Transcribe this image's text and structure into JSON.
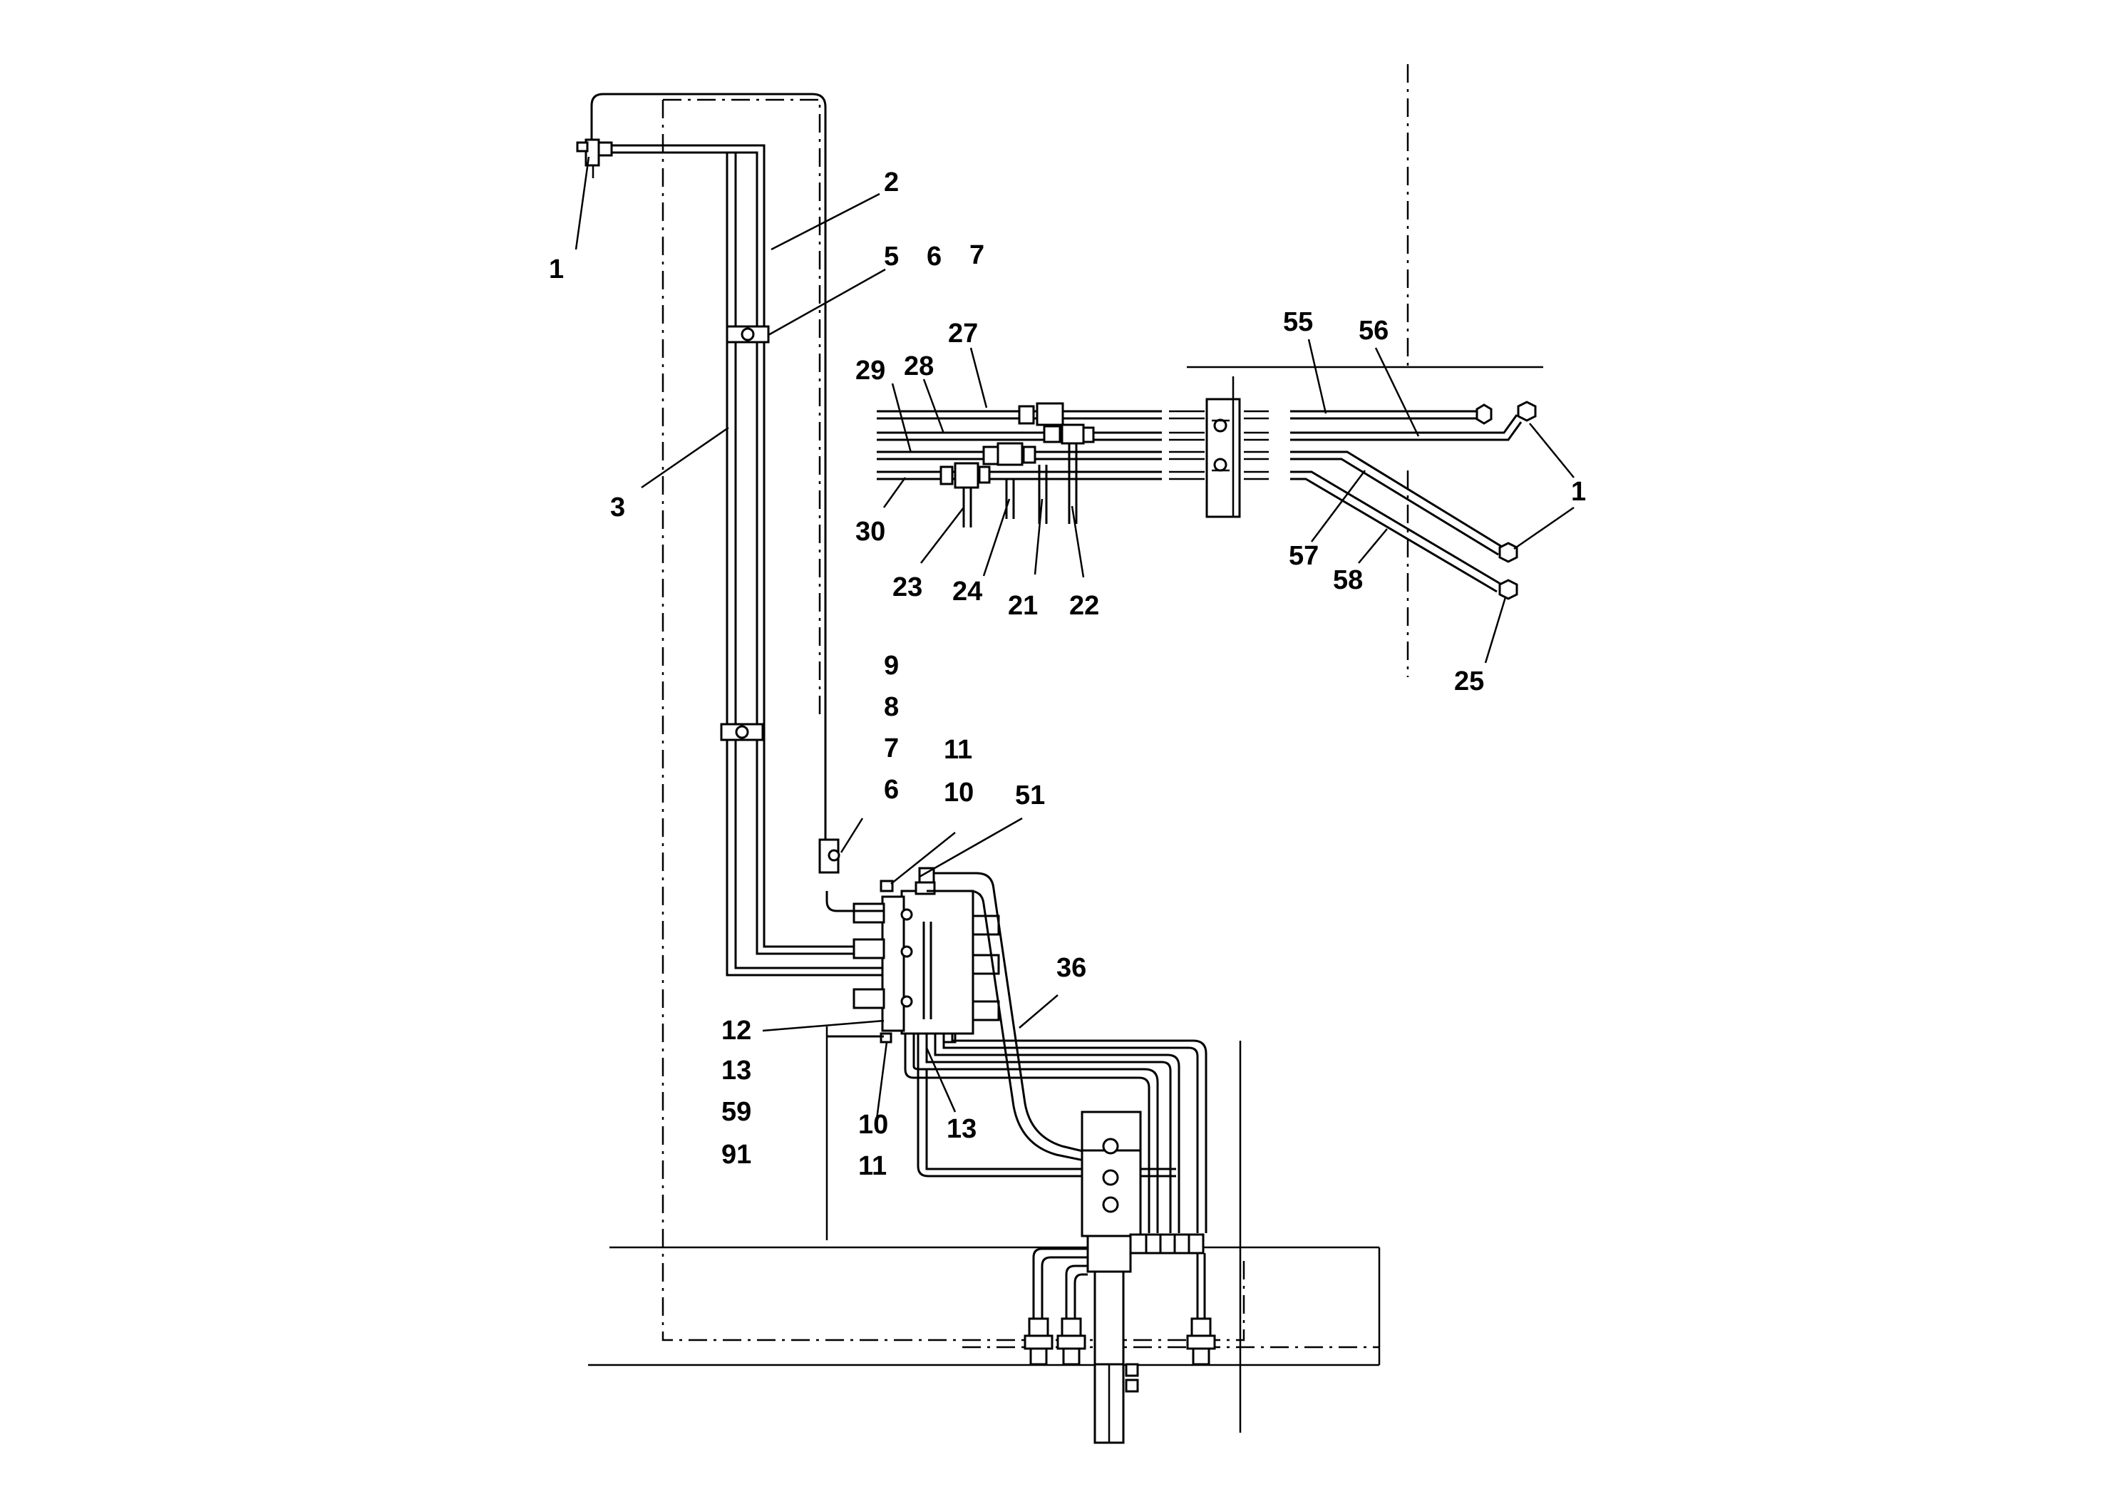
{
  "diagram": {
    "callouts": {
      "c1_top": "1",
      "c2": "2",
      "c3": "3",
      "c5": "5",
      "c6_top": "6",
      "c7_top": "7",
      "c27": "27",
      "c28": "28",
      "c29": "29",
      "c30": "30",
      "c23": "23",
      "c24": "24",
      "c21": "21",
      "c22": "22",
      "c55": "55",
      "c56": "56",
      "c1_right": "1",
      "c57": "57",
      "c58": "58",
      "c25": "25",
      "c9": "9",
      "c8": "8",
      "c7_mid": "7",
      "c6_mid": "6",
      "c11_top": "11",
      "c10_top": "10",
      "c51": "51",
      "c36": "36",
      "c12": "12",
      "c13_left": "13",
      "c59": "59",
      "c91": "91",
      "c10_bottom": "10",
      "c11_bottom": "11",
      "c13_right": "13"
    }
  }
}
